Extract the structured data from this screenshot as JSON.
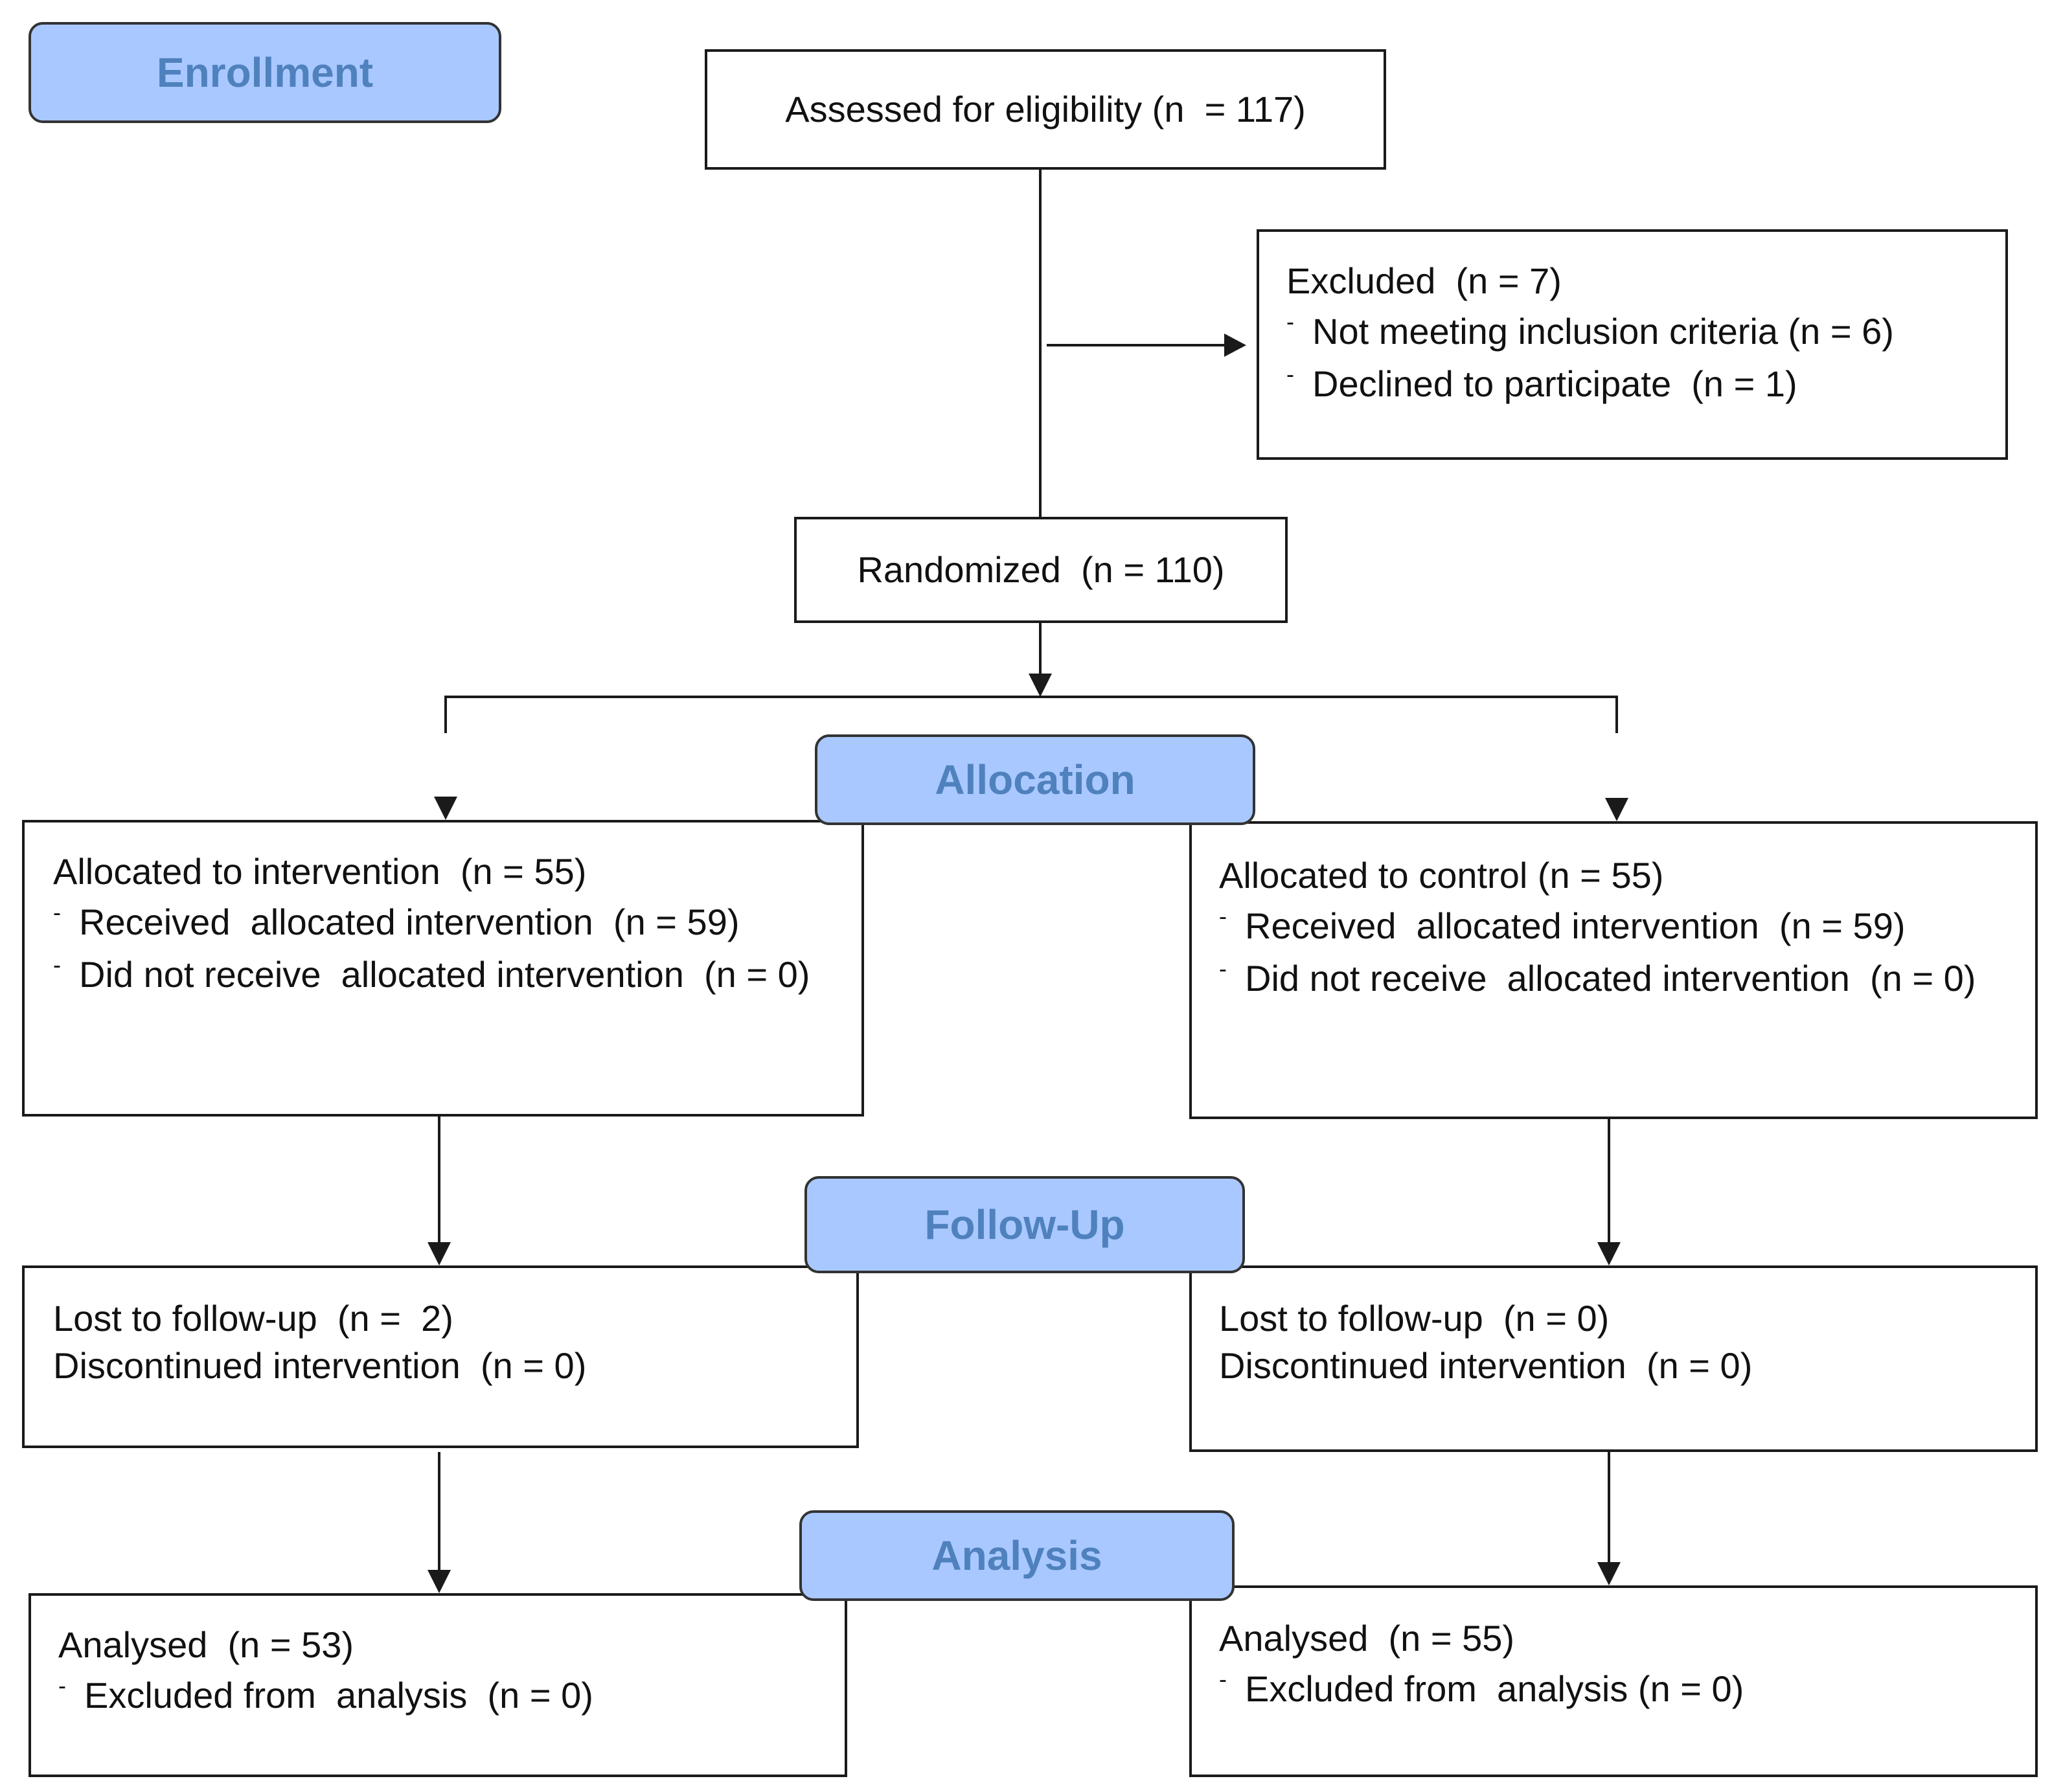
{
  "stages": {
    "enrollment": "Enrollment",
    "allocation": "Allocation",
    "followup": "Follow-Up",
    "analysis": "Analysis"
  },
  "assessed": {
    "title": "Assessed for eligibility (n  = 117)"
  },
  "excluded": {
    "title": "Excluded  (n = 7)",
    "items": [
      "Not meeting inclusion criteria (n = 6)",
      "Declined to participate  (n = 1)"
    ]
  },
  "randomized": {
    "title": "Randomized  (n = 110)"
  },
  "allocation": {
    "intervention": {
      "title": "Allocated to intervention  (n = 55)",
      "items": [
        "Received  allocated intervention  (n = 59)",
        "Did not receive  allocated intervention  (n = 0)"
      ]
    },
    "control": {
      "title": "Allocated to control (n = 55)",
      "items": [
        "Received  allocated intervention  (n = 59)",
        "Did not receive  allocated intervention  (n = 0)"
      ]
    }
  },
  "followup": {
    "intervention": {
      "lines": [
        "Lost to follow-up  (n =  2)",
        "Discontinued intervention  (n = 0)"
      ]
    },
    "control": {
      "lines": [
        "Lost to follow-up  (n = 0)",
        "Discontinued intervention  (n = 0)"
      ]
    }
  },
  "analysis": {
    "intervention": {
      "title": "Analysed  (n = 53)",
      "items": [
        "Excluded from  analysis  (n = 0)"
      ]
    },
    "control": {
      "title": "Analysed  (n = 55)",
      "items": [
        "Excluded from  analysis (n = 0)"
      ]
    }
  },
  "item_marker": "-",
  "colors": {
    "stage_fill": "#a9c8ff",
    "stage_text": "#4f81bd",
    "line": "#1a1a1a"
  }
}
